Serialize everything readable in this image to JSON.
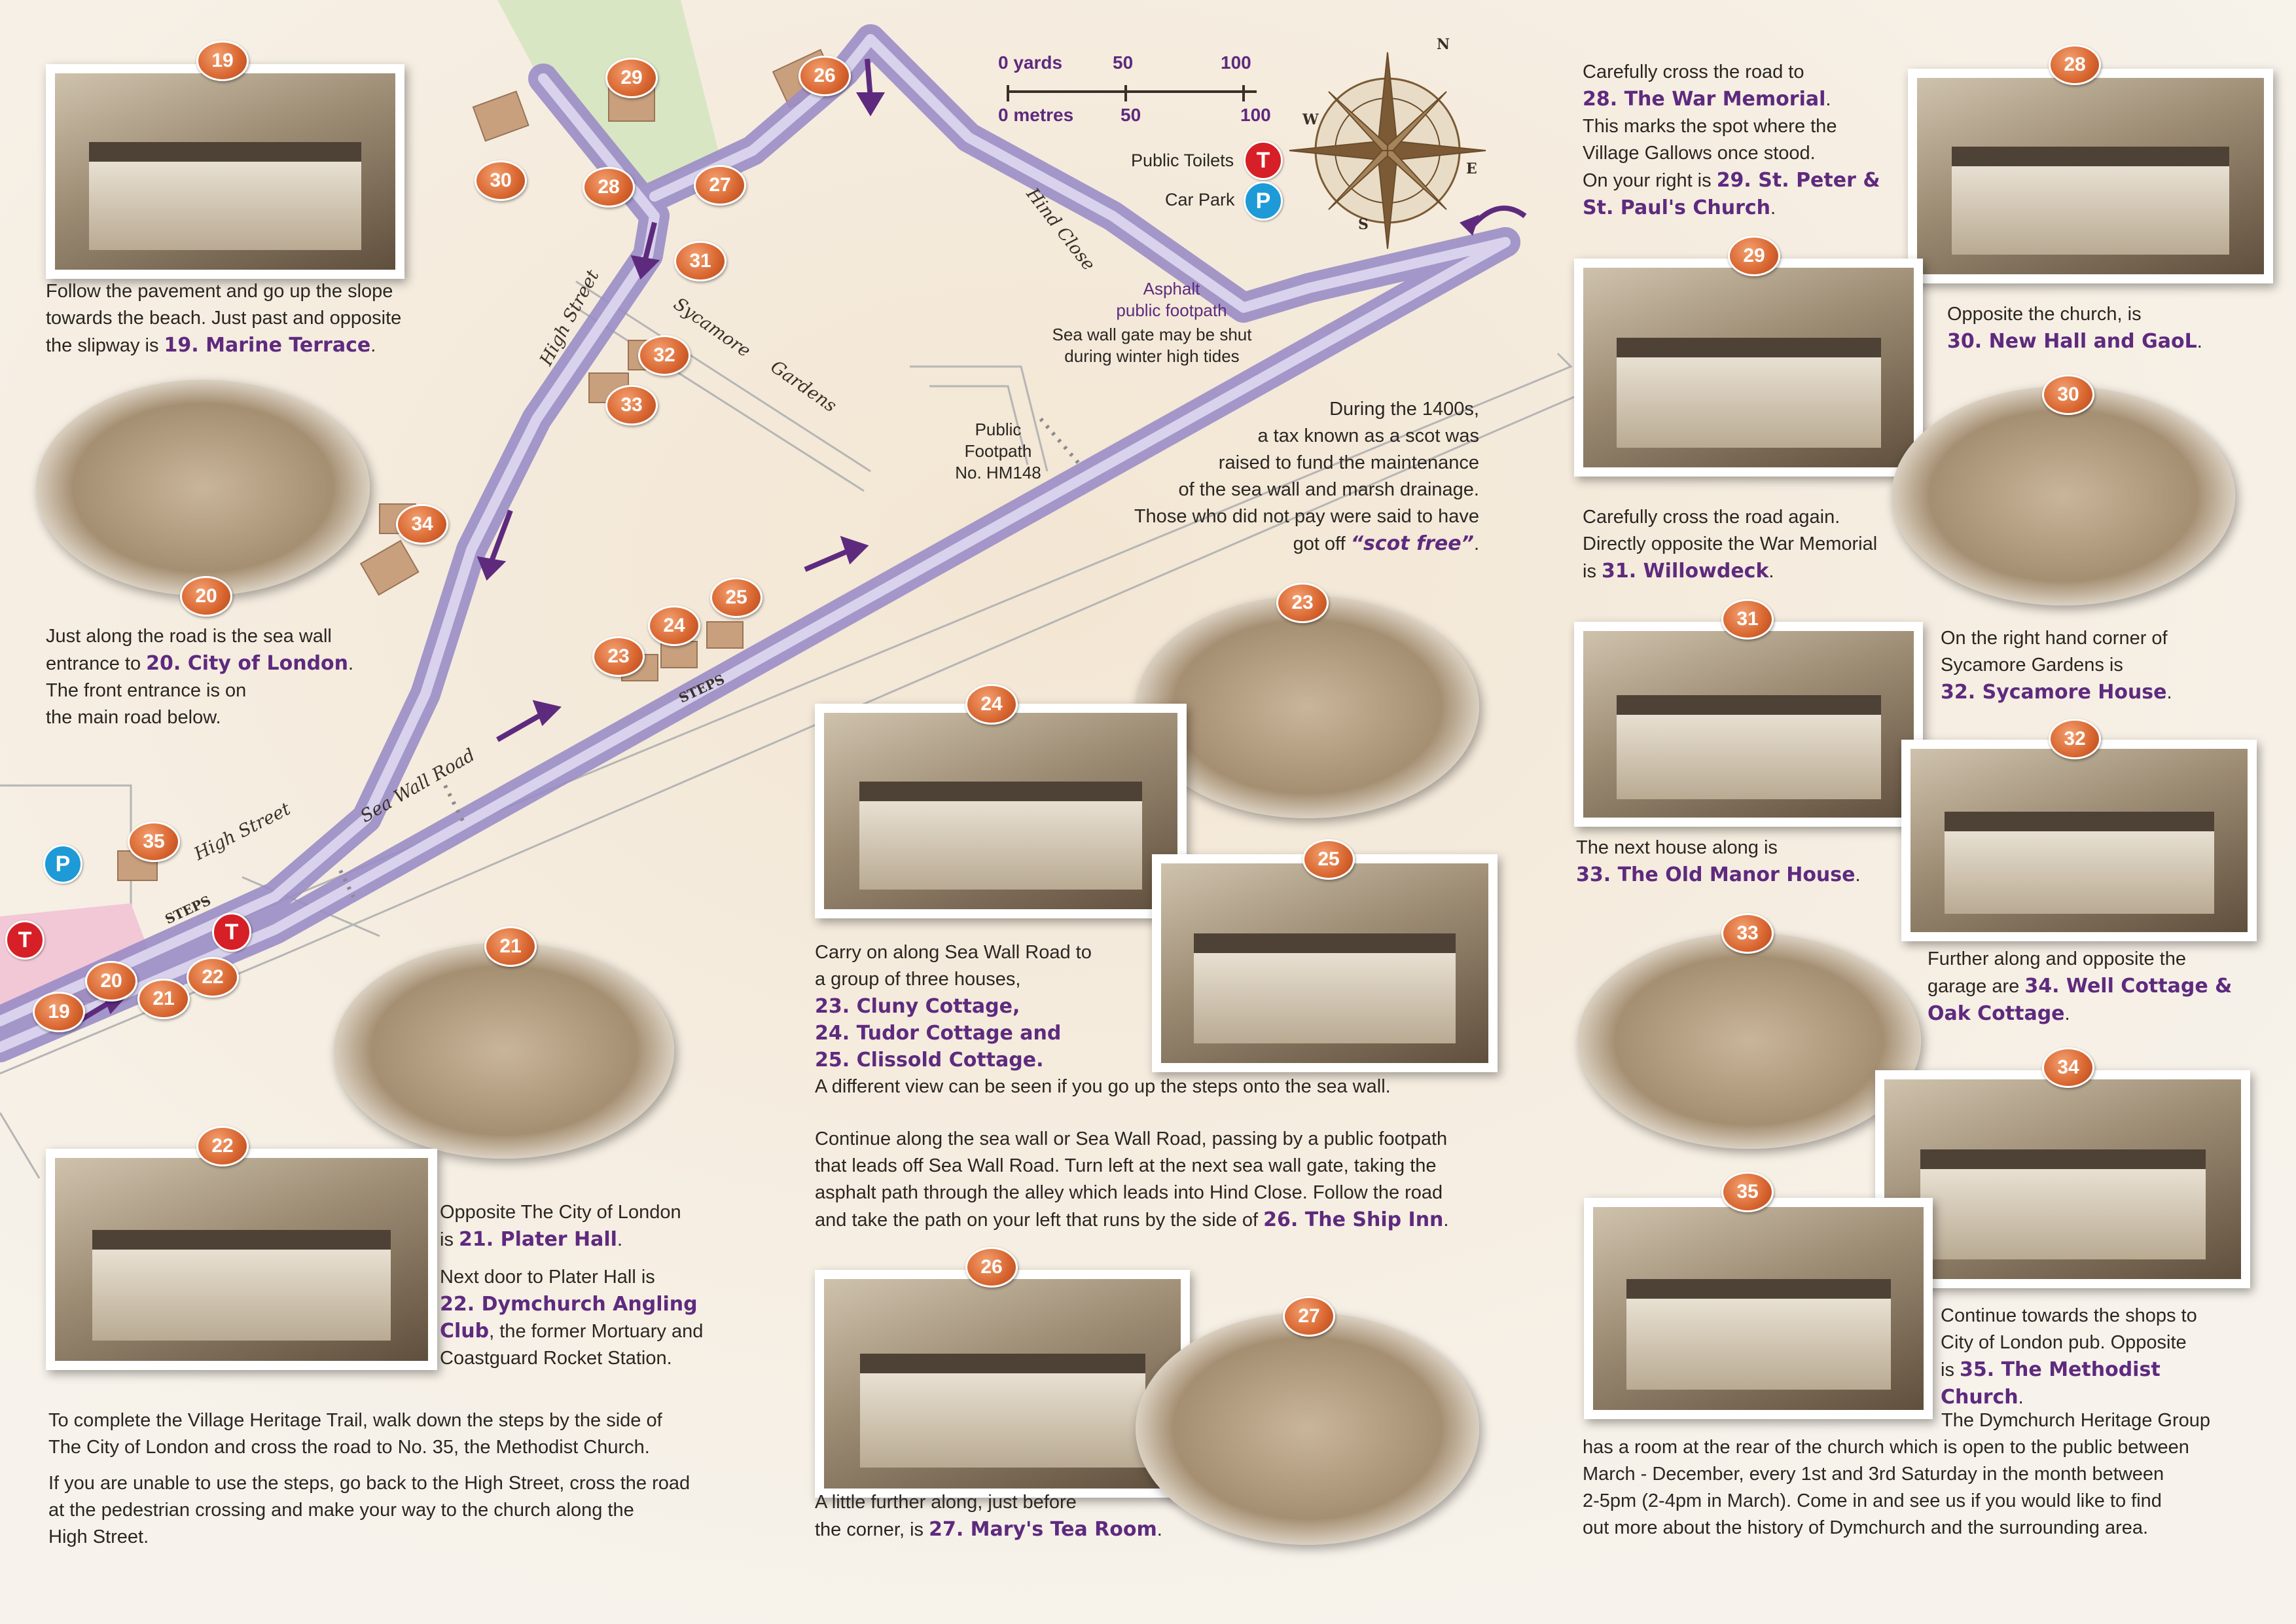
{
  "map": {
    "road_labels": {
      "high_street_upper": "High Street",
      "high_street_lower": "High Street",
      "sea_wall_road": "Sea Wall Road",
      "sycamore": "Sycamore",
      "gardens": "Gardens",
      "hind_close": "Hind Close",
      "steps_upper": "STEPS",
      "steps_lower": "STEPS"
    },
    "asphalt_footpath": "Asphalt\npublic footpath",
    "sea_wall_note": "Sea wall gate may be shut\nduring winter high tides",
    "public_footpath": "Public\nFootpath\nNo. HM148",
    "scale": {
      "yards": "0 yards",
      "y50": "50",
      "y100": "100",
      "metres": "0 metres",
      "m50": "50",
      "m100": "100"
    },
    "legend": {
      "toilets_label": "Public Toilets",
      "toilets_symbol": "T",
      "car_park_label": "Car Park",
      "car_park_symbol": "P"
    },
    "compass": {
      "n": "N",
      "s": "S",
      "e": "E",
      "w": "W"
    },
    "colors": {
      "route": "#a99cd0",
      "arrow": "#5e2a7e",
      "badge": "#d8652f",
      "toilet": "#d61f26",
      "parking": "#1e9ad7"
    },
    "map_badges": [
      "19",
      "20",
      "21",
      "22",
      "23",
      "24",
      "25",
      "26",
      "27",
      "28",
      "29",
      "30",
      "31",
      "32",
      "33",
      "34",
      "35"
    ]
  },
  "photo_badges": [
    "19",
    "20",
    "21",
    "22",
    "23",
    "24",
    "25",
    "26",
    "27",
    "28",
    "29",
    "30",
    "31",
    "32",
    "33",
    "34",
    "35"
  ],
  "text": {
    "p19": [
      "Follow the pavement and go up the slope",
      "towards the beach. Just past and opposite",
      "the slipway is "
    ],
    "p19_hl": "19. Marine Terrace",
    "p19_end": ".",
    "p20": [
      "Just along the road is the sea wall",
      "entrance to "
    ],
    "p20_hl": "20. City of London",
    "p20_end": [
      "The front entrance is on",
      "the main road below."
    ],
    "p21": [
      "Opposite The City of London",
      "is "
    ],
    "p21_hl": "21. Plater Hall",
    "p22_a": "Next door to Plater Hall is",
    "p22_hl1": "22. Dymchurch Angling",
    "p22_hl2": "Club",
    "p22_b": ", the former Mortuary and",
    "p22_c": "Coastguard Rocket Station.",
    "p_complete": [
      "To complete the Village Heritage Trail, walk down the steps by the side of",
      "The City of London and cross the road to No. 35, the Methodist Church."
    ],
    "p_unable": [
      "If you are unable to use the steps, go back to the High Street, cross the road",
      "at the pedestrian crossing and make your way to the church along the",
      "High Street."
    ],
    "scot": [
      "During the 1400s,",
      "a tax known as a scot was",
      "raised to fund the maintenance",
      "of the sea wall and marsh drainage.",
      "Those who did not pay were said to have",
      "got off "
    ],
    "scot_hl": "“scot free”",
    "p23_a": [
      "Carry on along Sea Wall Road to",
      "a group of three houses,"
    ],
    "p23_hl": [
      "23. Cluny Cottage,",
      "24. Tudor Cottage and",
      "25. Clissold Cottage."
    ],
    "p23_b": "A different view can be seen if you go up the steps onto the sea wall.",
    "p26": [
      "Continue along the sea wall or Sea Wall Road, passing by a public footpath",
      "that leads off Sea Wall Road. Turn left at the next sea wall gate, taking the",
      "asphalt path through the alley which leads into Hind Close. Follow the road",
      "and take the path on your left that runs by the side of "
    ],
    "p26_hl": "26. The Ship Inn",
    "p27": [
      "A little further along, just before",
      "the corner, is "
    ],
    "p27_hl": "27. Mary's Tea Room",
    "p28": [
      "Carefully cross the road to"
    ],
    "p28_hl": "28. The War Memorial",
    "p28_b": [
      "This marks the spot where the",
      "Village Gallows once stood.",
      "On your right is "
    ],
    "p29_hl1": "29. St. Peter &",
    "p29_hl2": "St. Paul's Church",
    "p30_a": "Opposite the church, is",
    "p30_hl": "30. New Hall and GaoL",
    "p31": [
      "Carefully cross the road again.",
      "Directly opposite the War Memorial",
      "is "
    ],
    "p31_hl": "31. Willowdeck",
    "p32": [
      "On the right hand corner of",
      "Sycamore Gardens is"
    ],
    "p32_hl": "32. Sycamore House",
    "p33_a": "The next house along is",
    "p33_hl": "33. The Old Manor House",
    "p34": [
      "Further along and opposite the",
      "garage are "
    ],
    "p34_hl1": "34. Well Cottage &",
    "p34_hl2": "Oak Cottage",
    "p35": [
      "Continue towards the shops to",
      "City of London pub. Opposite",
      "is "
    ],
    "p35_hl": "35. The Methodist Church",
    "heritage": [
      "The Dymchurch Heritage Group",
      "has a room at the rear of the church which is open to the public between",
      "March - December, every 1st and 3rd Saturday in the month between",
      "2-5pm (2-4pm in March). Come in and see us if you would like to find",
      "out more about the history of Dymchurch and the surrounding area."
    ]
  }
}
